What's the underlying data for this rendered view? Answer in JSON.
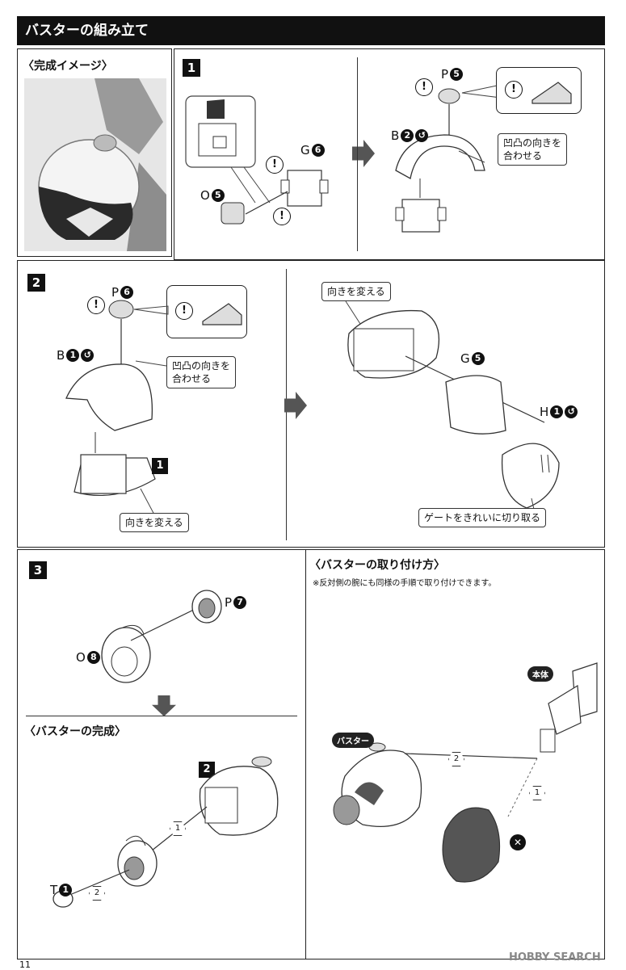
{
  "header": {
    "title": "バスターの組み立て"
  },
  "preview": {
    "title": "〈完成イメージ〉"
  },
  "step1": {
    "number": "1",
    "left": {
      "label_g": "G",
      "num_g": "6",
      "label_o": "O",
      "num_o": "5"
    },
    "right": {
      "label_p": "P",
      "num_p": "5",
      "label_b": "B",
      "num_b": "2",
      "callout_note": "凹凸の向きを\n合わせる"
    }
  },
  "step2": {
    "number": "2",
    "left": {
      "label_p": "P",
      "num_p": "6",
      "label_b": "B",
      "num_b": "1",
      "callout_note": "凹凸の向きを\n合わせる",
      "ref_box": "1",
      "callout_turn": "向きを変える"
    },
    "right": {
      "callout_turn": "向きを変える",
      "label_g": "G",
      "num_g": "5",
      "label_h": "H",
      "num_h": "1",
      "callout_gate": "ゲートをきれいに切り取る"
    }
  },
  "step3": {
    "number": "3",
    "label_p": "P",
    "num_p": "7",
    "label_o": "O",
    "num_o": "8"
  },
  "complete": {
    "title": "〈バスターの完成〉",
    "ref_box": "2",
    "label_t": "T",
    "num_t": "1",
    "step_a": "1",
    "step_b": "2"
  },
  "attach": {
    "title": "〈バスターの取り付け方〉",
    "note": "※反対側の腕にも同様の手順で取り付けできます。",
    "label_body": "本体",
    "label_buster": "バスター",
    "step_a": "2",
    "step_b": "1"
  },
  "footer": {
    "page": "11",
    "watermark": "HOBBY SEARCH"
  },
  "icons": {
    "caution": "!",
    "cross": "✕"
  },
  "colors": {
    "ink": "#111111",
    "gray": "#555555"
  }
}
